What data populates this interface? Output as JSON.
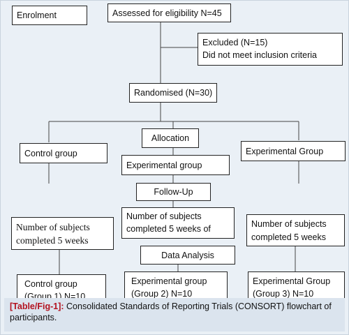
{
  "flowchart": {
    "enrolment": "Enrolment",
    "assessed": "Assessed for eligibility N=45",
    "excluded_line1": "Excluded (N=15)",
    "excluded_line2": "Did not meet inclusion criteria",
    "randomised": "Randomised (N=30)",
    "allocation": "Allocation",
    "control_group": "Control group",
    "experimental_group_center": "Experimental group",
    "experimental_group_right": "Experimental Group",
    "follow_up": "Follow-Up",
    "left_subjects_line1": "Number of subjects",
    "left_subjects_line2": "completed 5 weeks",
    "center_subjects_line1": "Number of subjects",
    "center_subjects_line2": "completed 5 weeks of",
    "right_subjects_line1": "Number of subjects",
    "right_subjects_line2": "completed 5 weeks",
    "data_analysis": "Data Analysis",
    "group1_line1": "Control group",
    "group1_line2": "(Group 1) N=10",
    "group2_line1": "Experimental group",
    "group2_line2": "(Group 2) N=10",
    "group3_line1": "Experimental Group",
    "group3_line2": "(Group 3) N=10"
  },
  "caption": {
    "label": "[Table/Fig-1]:",
    "text": " Consolidated Standards of Reporting Trials (CONSORT) flowchart of participants."
  },
  "colors": {
    "background": "#eaf0f6",
    "caption_background": "#dbe4ee",
    "caption_label": "#b3121f"
  }
}
